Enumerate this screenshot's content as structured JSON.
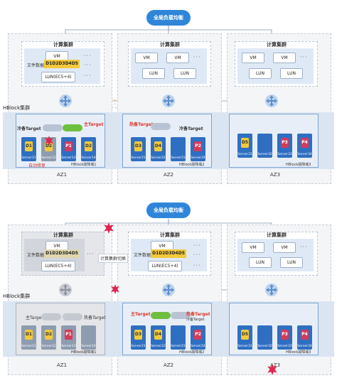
{
  "lb_label": "全局负载均衡",
  "cluster_title": "计算集群",
  "hblock_cluster": "HBlock集群",
  "vm": "VM",
  "lun": "LUN",
  "file_data": "文件数据",
  "data_chip": "D1D2D3D4D5",
  "lun_ec": "LUN(EC5+4)",
  "more": "···",
  "main_target": "主Target",
  "standby_target": "冷备Target",
  "hot_target": "热备Target",
  "auto_repair": "自动修复",
  "switch_label": "计算集群切换",
  "fault_domains": [
    "HBlock故障域1",
    "HBlock故障域2",
    "HBlock故障域3"
  ],
  "az_labels": [
    "AZ1",
    "AZ2",
    "AZ3"
  ],
  "top": {
    "az1_nodes": [
      {
        "chip": "D1",
        "server": "Server11"
      },
      {
        "chip": "D2",
        "server": "Server12"
      },
      {
        "chip": "P1",
        "server": "Server13"
      },
      {
        "chip": "D2",
        "server": "Server14"
      }
    ],
    "az2_nodes": [
      {
        "chip": "D3",
        "server": "Server21"
      },
      {
        "chip": "D4",
        "server": "Server22"
      },
      {
        "chip": "",
        "server": "Server23"
      },
      {
        "chip": "P2",
        "server": "Server24"
      }
    ],
    "az3_nodes": [
      {
        "chip": "D5",
        "server": "Server31"
      },
      {
        "chip": "",
        "server": "Server32"
      },
      {
        "chip": "P3",
        "server": "Server33"
      },
      {
        "chip": "P4",
        "server": "Server34"
      }
    ]
  },
  "bottom": {
    "az1_nodes": [
      {
        "chip": "D1",
        "server": "Server11"
      },
      {
        "chip": "D2",
        "server": "Server12"
      },
      {
        "chip": "P1",
        "server": "Server13"
      },
      {
        "chip": "",
        "server": "Server14"
      }
    ],
    "az2_nodes": [
      {
        "chip": "D3",
        "server": "Server21"
      },
      {
        "chip": "D4",
        "server": "Server22"
      },
      {
        "chip": "",
        "server": "Server23"
      },
      {
        "chip": "P2",
        "server": "Server24"
      }
    ],
    "az3_nodes": [
      {
        "chip": "D5",
        "server": "Server31"
      },
      {
        "chip": "",
        "server": "Server32"
      },
      {
        "chip": "P3",
        "server": "Server33"
      },
      {
        "chip": "P4",
        "server": "Server34"
      }
    ]
  }
}
